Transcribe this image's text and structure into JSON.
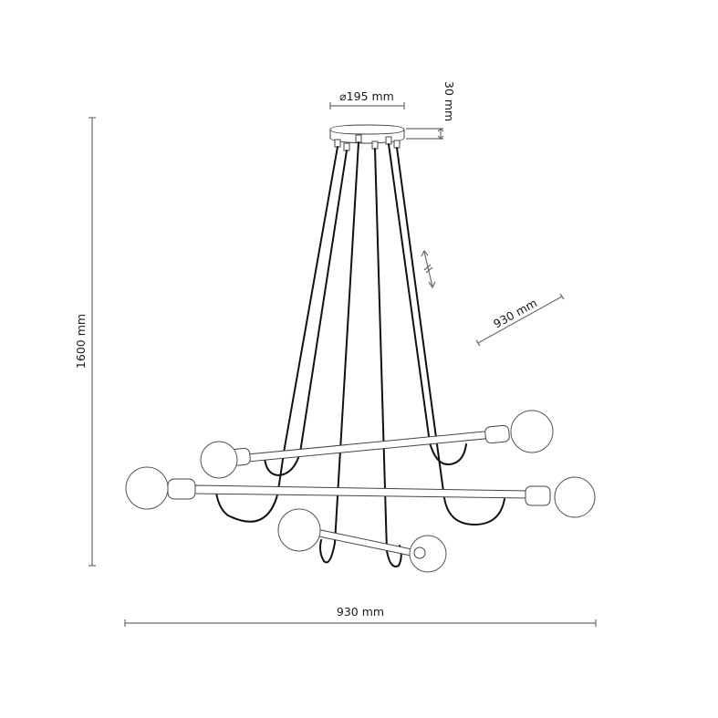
{
  "drawing": {
    "subject": "6-light pendant chandelier",
    "dimensions": {
      "canopy_diameter": "⌀195 mm",
      "canopy_height": "30 mm",
      "total_height": "1600 mm",
      "arm_length": "930 mm",
      "total_width": "930 mm"
    },
    "annotations": {
      "adjustable_cable_symbol": "adjustable-length-arrow"
    },
    "colors": {
      "background": "#ffffff",
      "line": "#111111",
      "dimension_line": "#6b6b6b",
      "text": "#1a1a1a"
    }
  }
}
